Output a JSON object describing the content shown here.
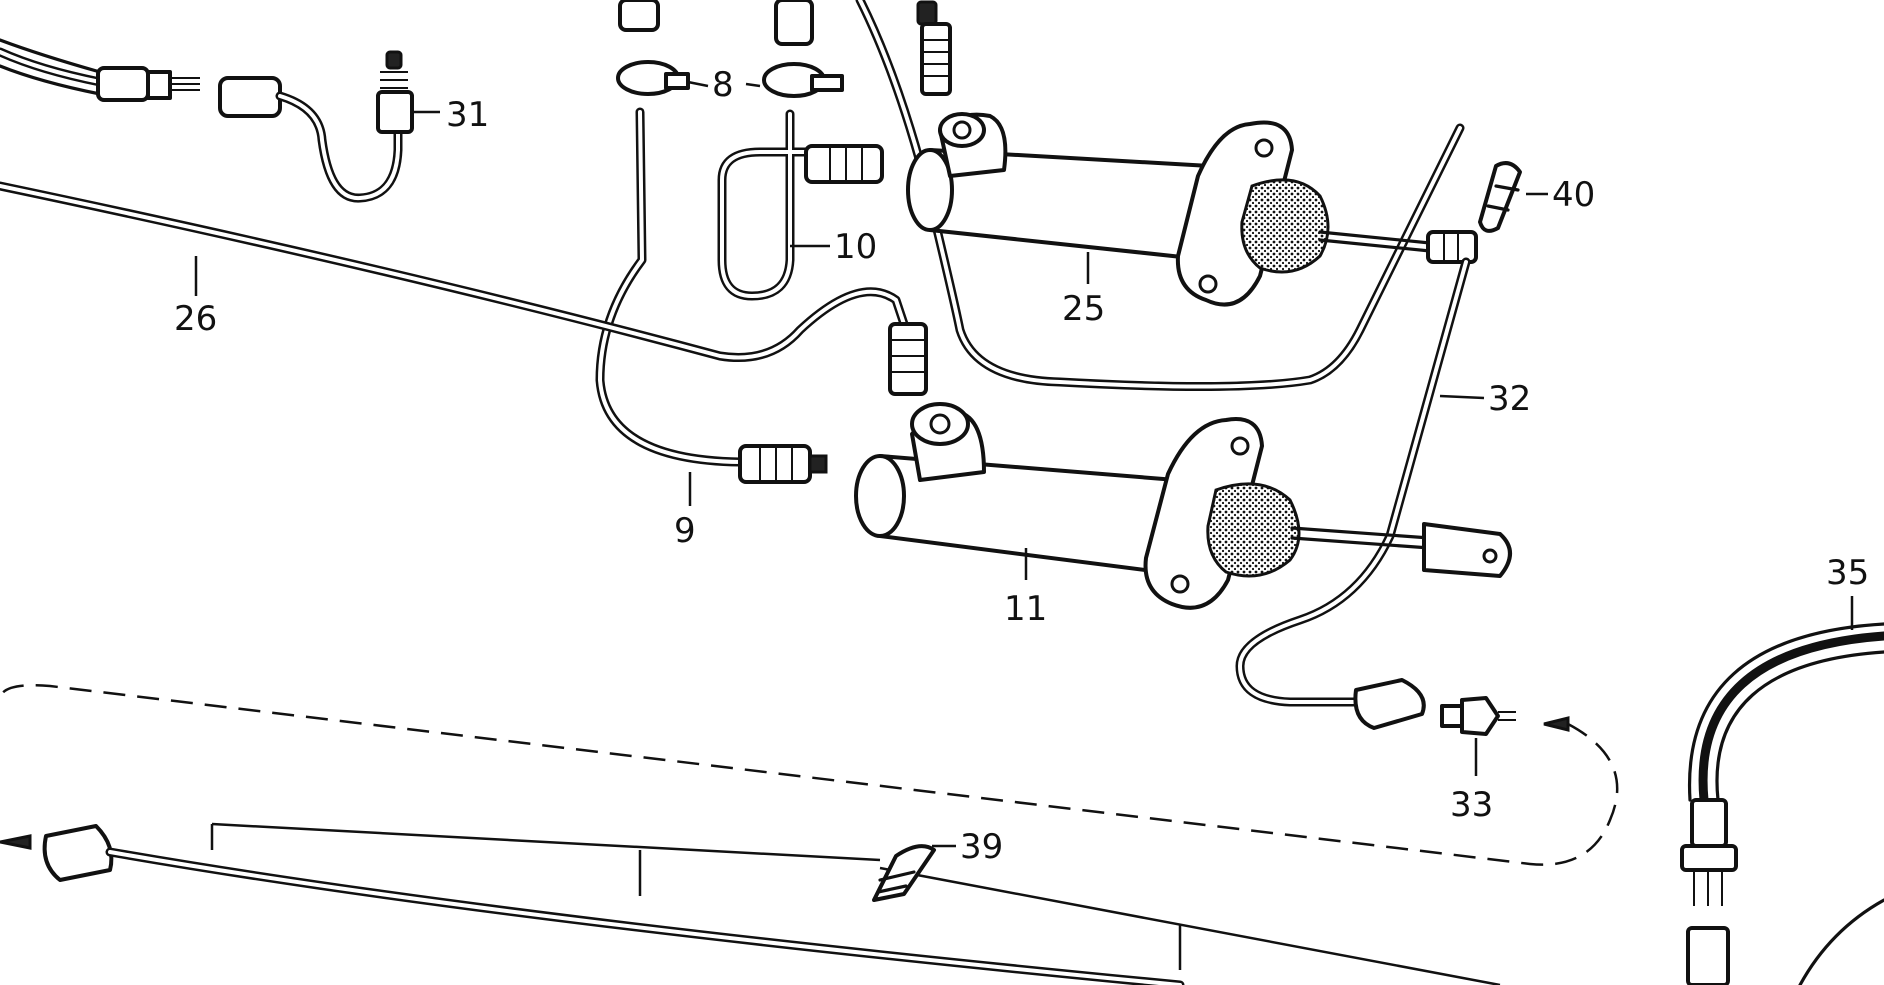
{
  "colors": {
    "ink": "#111111",
    "paper": "#ffffff"
  },
  "callouts": {
    "p8": "8",
    "p9": "9",
    "p10": "10",
    "p11": "11",
    "p25": "25",
    "p26": "26",
    "p31": "31",
    "p32": "32",
    "p33": "33",
    "p35": "35",
    "p39": "39",
    "p40": "40"
  }
}
